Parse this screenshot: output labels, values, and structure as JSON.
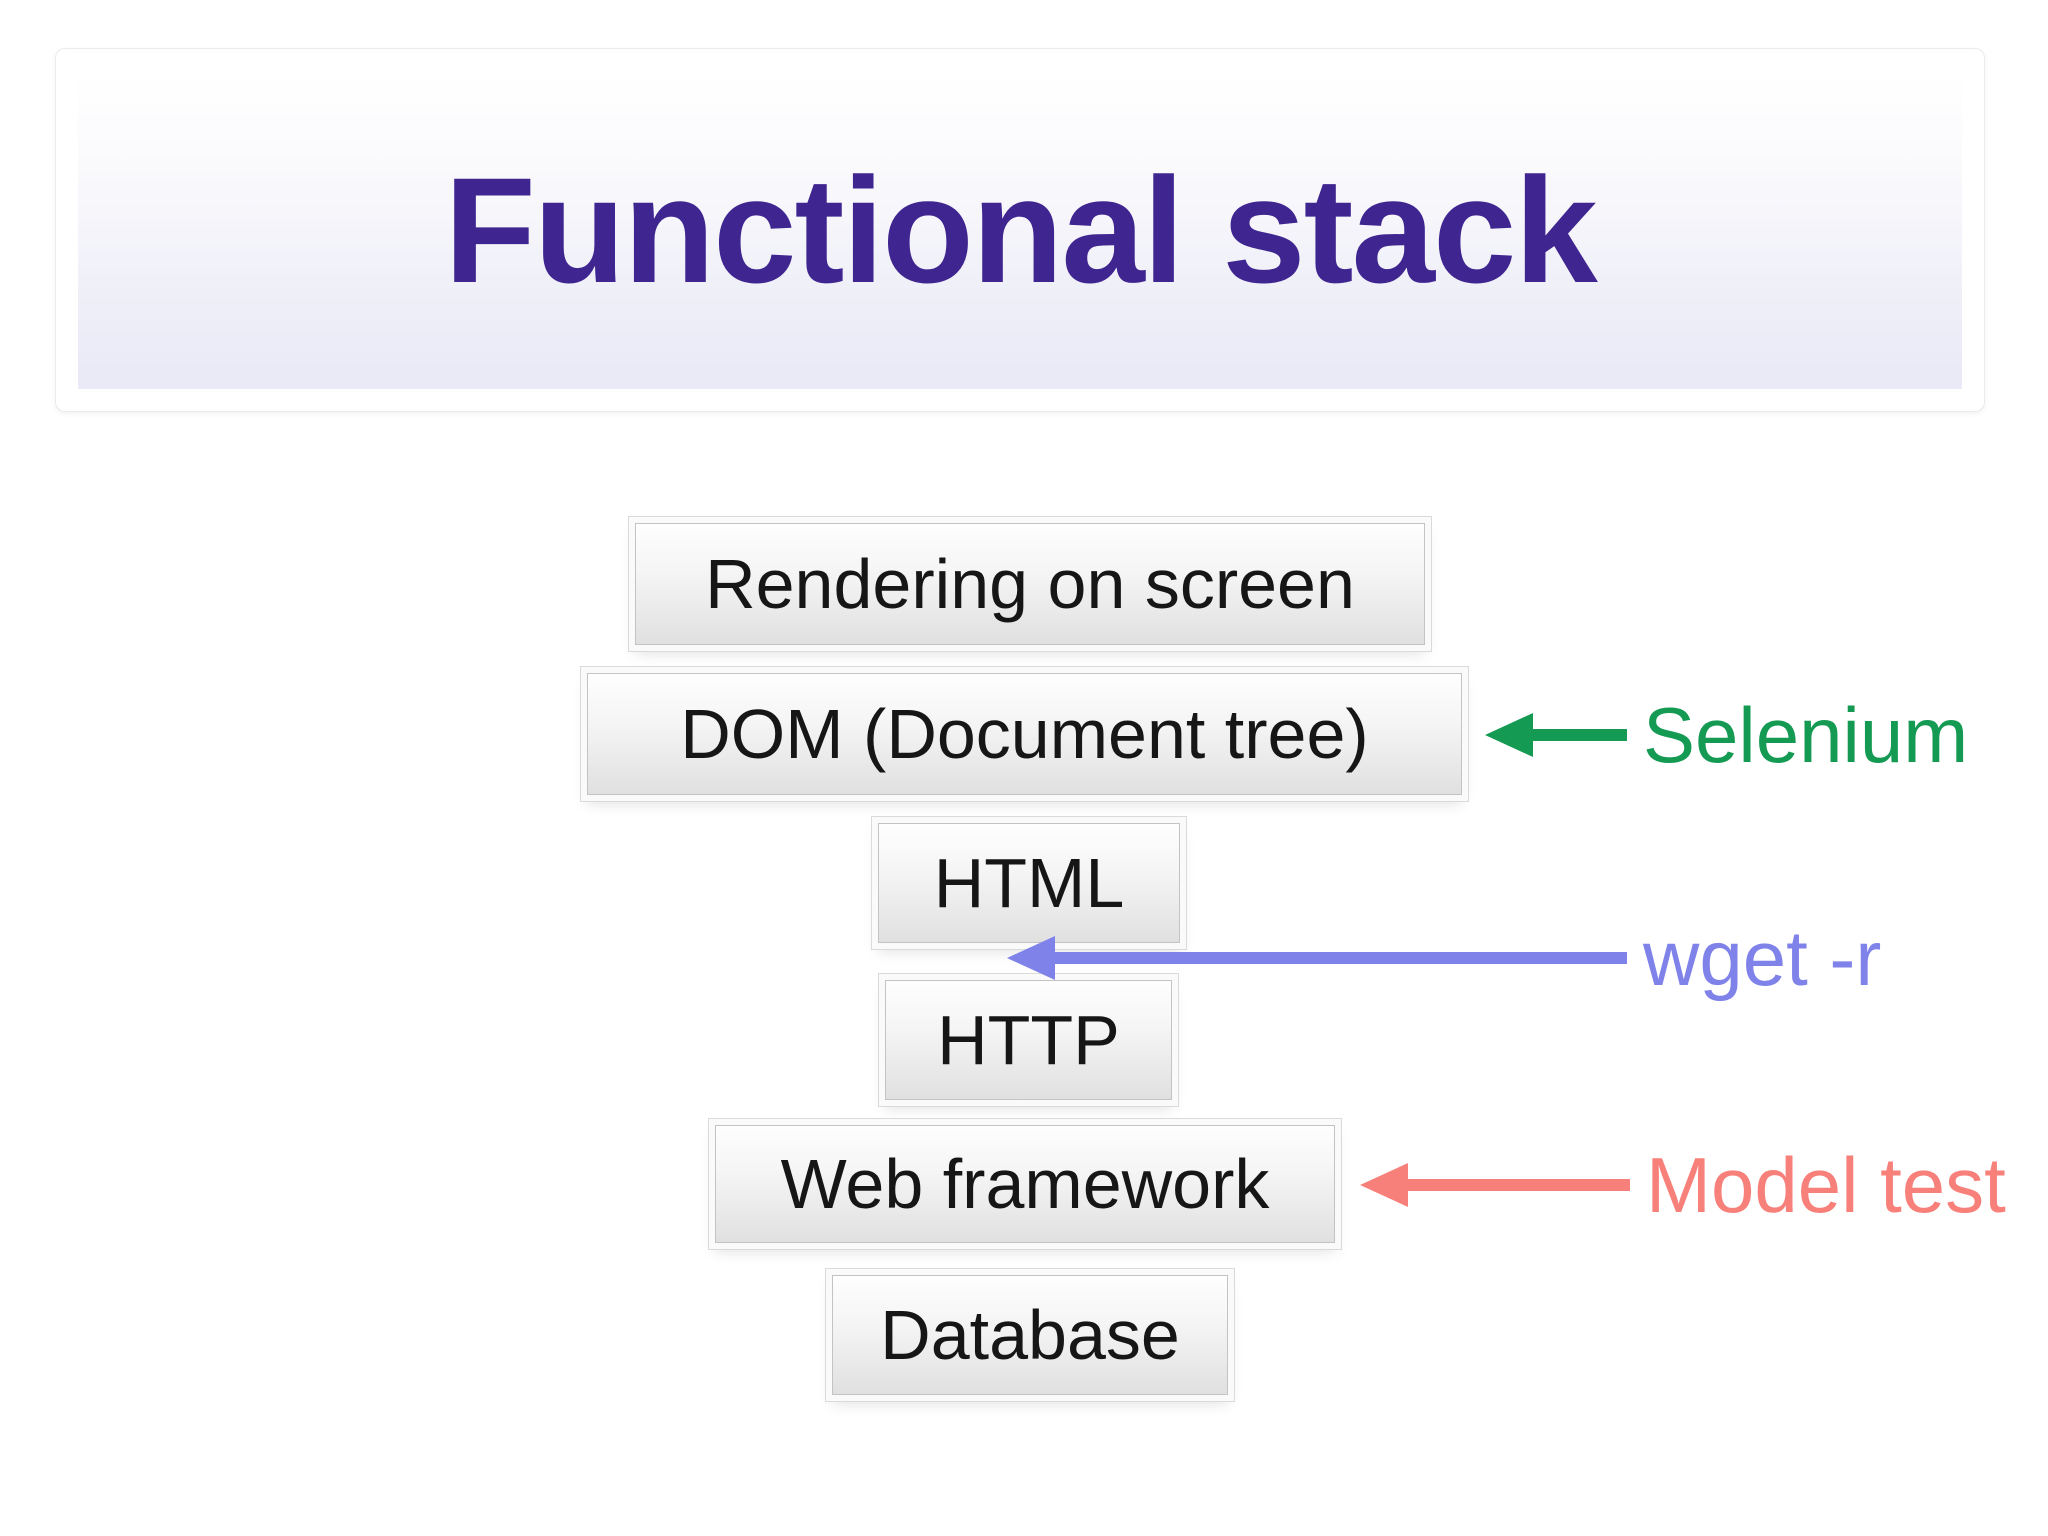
{
  "slide": {
    "title": "Functional stack",
    "title_color": "#3F2590",
    "background_color": "#FFFFFF"
  },
  "stack": {
    "boxes": [
      {
        "label": "Rendering on screen"
      },
      {
        "label": "DOM (Document tree)"
      },
      {
        "label": "HTML"
      },
      {
        "label": "HTTP"
      },
      {
        "label": "Web framework"
      },
      {
        "label": "Database"
      }
    ]
  },
  "annotations": [
    {
      "label": "Selenium",
      "color": "#149A53"
    },
    {
      "label": "wget -r",
      "color": "#7F82E9"
    },
    {
      "label": "Model test",
      "color": "#F8807A"
    }
  ]
}
